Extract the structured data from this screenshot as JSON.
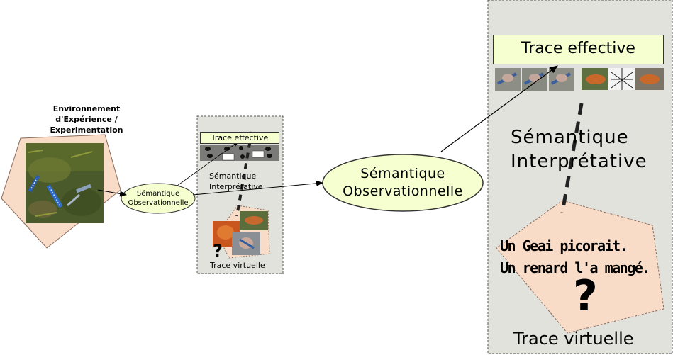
{
  "environment": {
    "title_lines": [
      "Environnement",
      "d'Expérience /",
      "Experimentation"
    ]
  },
  "semantique_observationnelle": {
    "small": [
      "Sémantique",
      "Observationnelle"
    ],
    "big": [
      "Sémantique",
      "Observationnelle"
    ]
  },
  "small_panel": {
    "trace_effective": "Trace effective",
    "semantique_interpretative": [
      "Sémantique",
      "Interprétative"
    ],
    "question_mark": "?",
    "trace_virtuelle": "Trace virtuelle"
  },
  "big_panel": {
    "trace_effective": "Trace effective",
    "semantique_interpretative": [
      "Sémantique",
      "Interprétative"
    ],
    "virtual_sentences": [
      "Un Geai picorait.",
      "Un renard l'a mangé."
    ],
    "question_mark": "?",
    "trace_virtuelle": "Trace virtuelle"
  },
  "colors": {
    "ellipse_fill": "#f6ffd0",
    "trace_box_fill": "#f6ffd0",
    "panel_fill": "#e2e2dc",
    "pentagon_fill": "#f8dcc8",
    "pentagon_stroke": "#8a6a5a"
  }
}
